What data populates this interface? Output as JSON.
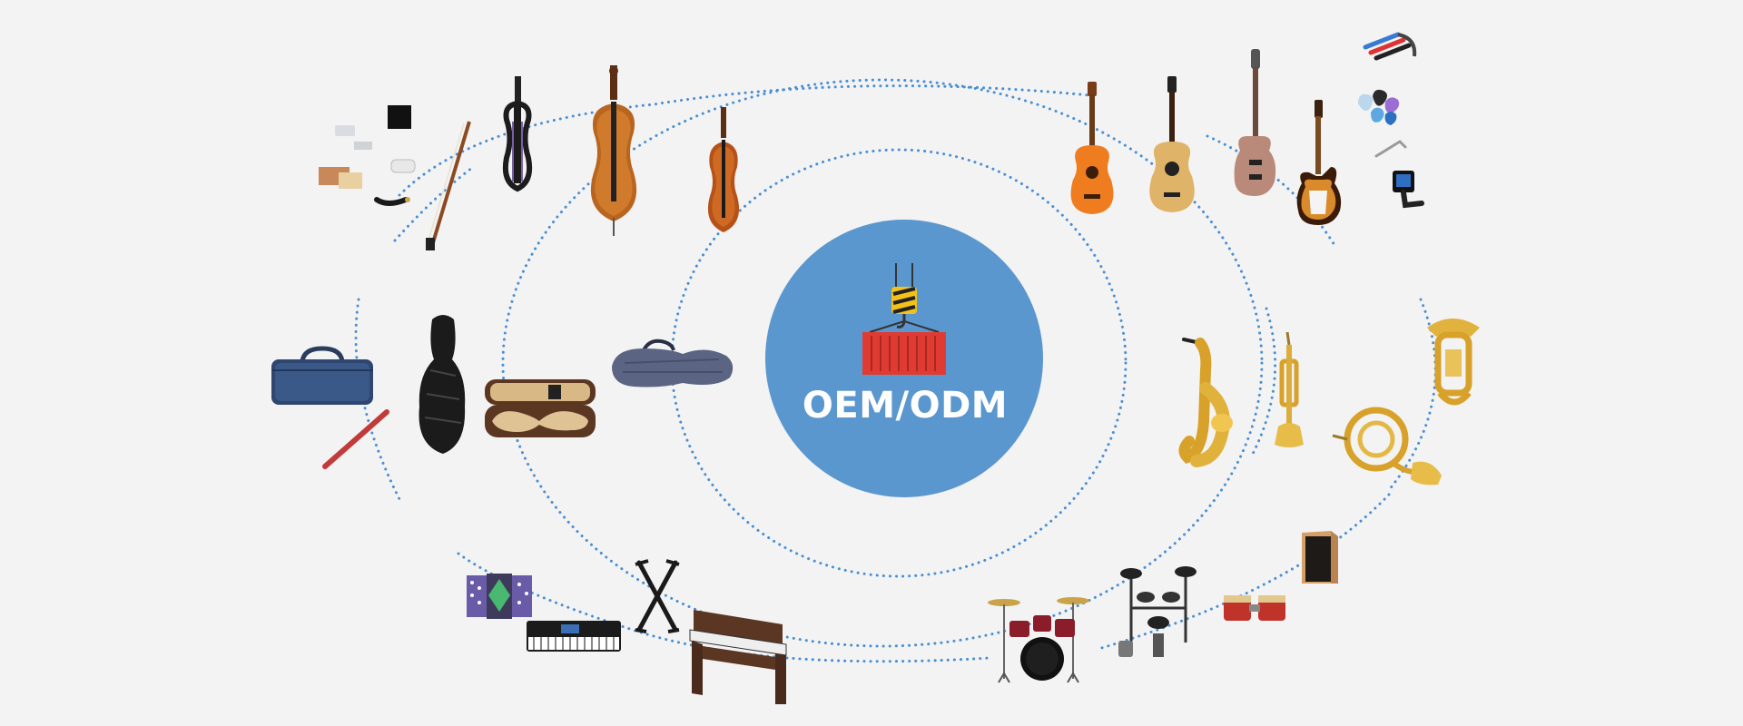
{
  "center": {
    "label": "OEM/ODM",
    "hub_color": "#5b97cf",
    "icon": "crane-hook-container-icon",
    "container_color": "#e03b33",
    "hook_color": "#f2c21a"
  },
  "ring_color": "#4a8fd2",
  "groups": [
    {
      "name": "bowed-string-instruments",
      "items": [
        "violin-accessories-icon",
        "violin-bow-icon",
        "electric-violin-icon",
        "cello-icon",
        "violin-icon"
      ]
    },
    {
      "name": "guitars",
      "items": [
        "classical-guitar-icon",
        "acoustic-guitar-icon",
        "bass-guitar-icon",
        "electric-guitar-icon"
      ]
    },
    {
      "name": "guitar-accessories",
      "items": [
        "capo-icon",
        "guitar-picks-icon",
        "allen-key-icon",
        "clip-tuner-icon"
      ]
    },
    {
      "name": "instrument-cases",
      "items": [
        "clarinet-case-icon",
        "cello-case-icon",
        "violin-case-open-icon",
        "violin-case-hard-icon",
        "cleaning-rod-icon"
      ]
    },
    {
      "name": "brass-and-woodwind",
      "items": [
        "saxophone-icon",
        "trumpet-icon",
        "euphonium-icon",
        "french-horn-icon"
      ]
    },
    {
      "name": "keyboards",
      "items": [
        "accordion-icon",
        "electronic-keyboard-icon",
        "keyboard-stand-icon",
        "digital-piano-icon"
      ]
    },
    {
      "name": "percussion",
      "items": [
        "drum-kit-icon",
        "electronic-drum-kit-icon",
        "bongo-drums-icon",
        "cajon-icon"
      ]
    }
  ]
}
